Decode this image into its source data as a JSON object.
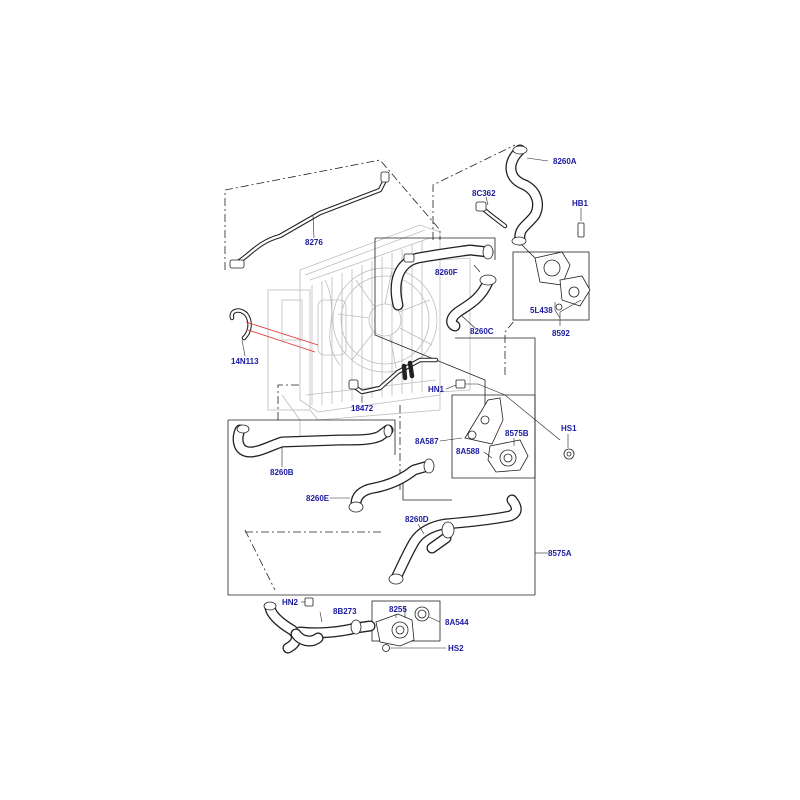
{
  "labels": {
    "l8260A": "8260A",
    "l8C362": "8C362",
    "lHB1": "HB1",
    "l8276": "8276",
    "l8260F": "8260F",
    "l14N113": "14N113",
    "l5L438": "5L438",
    "l8592": "8592",
    "l8260C": "8260C",
    "lHN1": "HN1",
    "l18472": "18472",
    "l8A587": "8A587",
    "l8575B": "8575B",
    "l8A588": "8A588",
    "lHS1": "HS1",
    "l8260B": "8260B",
    "l8260E": "8260E",
    "l8260D": "8260D",
    "l8575A": "8575A",
    "lHN2": "HN2",
    "l8B273": "8B273",
    "l8255": "8255",
    "l8A544": "8A544",
    "lHS2": "HS2"
  },
  "colors": {
    "label": "#1a1aa0",
    "line": "#222222",
    "ghost": "#bdbdbd",
    "highlight": "#e03030"
  }
}
